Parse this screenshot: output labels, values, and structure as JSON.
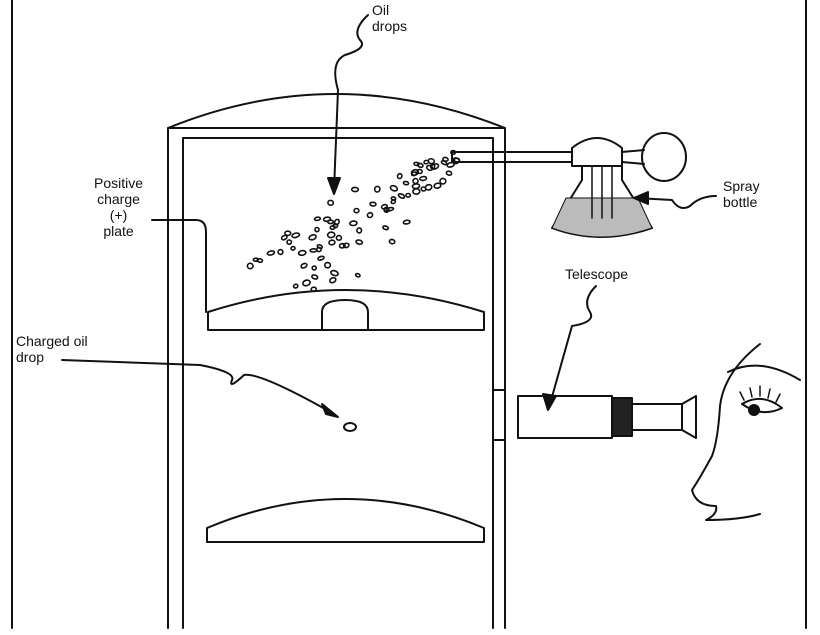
{
  "labels": {
    "oil_drops": "Oil\ndrops",
    "positive_plate": "Positive\ncharge\n(+)\nplate",
    "charged_oil_drop": "Charged oil\ndrop",
    "spray_bottle": "Spray\nbottle",
    "telescope": "Telescope"
  },
  "colors": {
    "ink": "#111111",
    "paper": "#ffffff",
    "eyepiece": "#222222"
  }
}
